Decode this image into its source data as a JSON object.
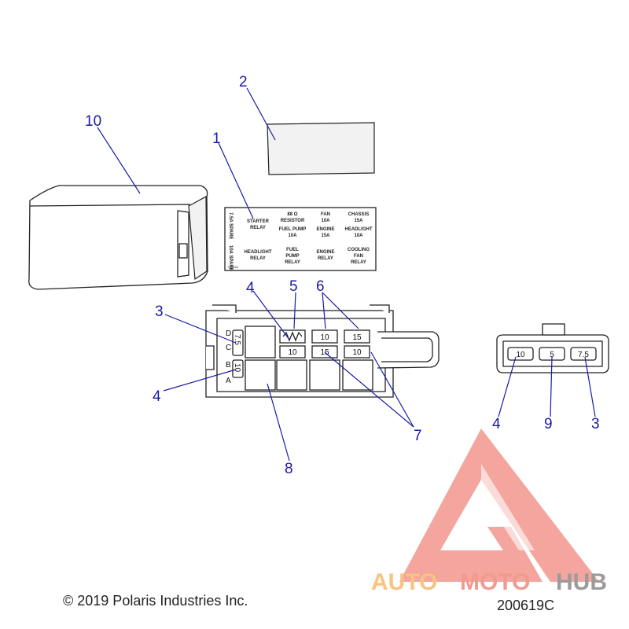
{
  "callouts": {
    "c1": "1",
    "c2": "2",
    "c3a": "3",
    "c3b": "3",
    "c4a": "4",
    "c4b": "4",
    "c4c": "4",
    "c5": "5",
    "c6": "6",
    "c7": "7",
    "c8": "8",
    "c9": "9",
    "c10": "10"
  },
  "label_decal": {
    "spare_top": "7.5A SPARE",
    "spare_bottom": "10A SPARE",
    "starter_relay": [
      "STARTER",
      "RELAY"
    ],
    "resistor": [
      "88 Ω",
      "RESISTOR"
    ],
    "fan": [
      "FAN",
      "10A"
    ],
    "chassis": [
      "CHASSIS",
      "15A"
    ],
    "fuel_pump_fuse": [
      "FUEL  PUMP",
      "10A"
    ],
    "engine_fuse": [
      "ENGINE",
      "15A"
    ],
    "headlight_fuse": [
      "HEADLIGHT",
      "10A"
    ],
    "headlight_relay": [
      "HEADLIGHT",
      "RELAY"
    ],
    "fuel_pump_relay": [
      "FUEL",
      "PUMP",
      "RELAY"
    ],
    "engine_relay": [
      "ENGINE",
      "RELAY"
    ],
    "cooling_fan_relay": [
      "COOLING",
      "FAN",
      "RELAY"
    ],
    "small_code": "7G0524"
  },
  "fuse_box": {
    "row_letters": [
      "D",
      "C",
      "B",
      "A"
    ],
    "side_fuses": [
      "7.5",
      "10"
    ],
    "top_fuses": [
      "10",
      "15"
    ],
    "mid_fuses": [
      "10",
      "15",
      "10"
    ]
  },
  "spare_holder": {
    "fuses": [
      "10",
      "5",
      "7.5"
    ]
  },
  "watermark": {
    "auto": "AUTO",
    "moto": "MOTO",
    "hub": "HUB",
    "colors": {
      "auto": "#f6c383",
      "moto": "#f19a8f",
      "hub": "#9b9b9b",
      "triangle": "#f08a80"
    }
  },
  "footer": {
    "copyright": "© 2019 Polaris Industries Inc.",
    "drawing_number": "200619C"
  }
}
